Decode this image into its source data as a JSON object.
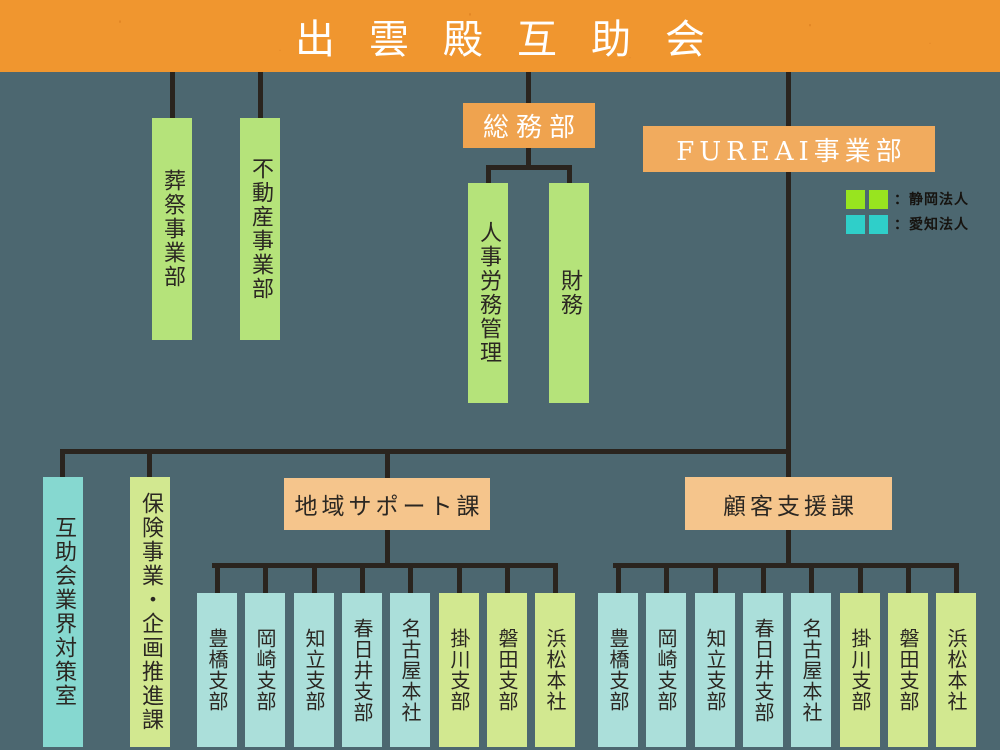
{
  "title": "出雲殿互助会",
  "colors": {
    "background": "#4C6770",
    "banner": "#F0962F",
    "dept_orange": "#EFA34F",
    "fureai_orange": "#F1AB5E",
    "section_tan": "#F5C58C",
    "shizuoka_green": "#B5E37A",
    "shizuoka_pale": "#D2E890",
    "aichi_bright": "#86D8D0",
    "aichi_pale": "#ABDFDA",
    "legend_green": "#98E41F",
    "legend_cyan": "#2FCFC9",
    "line": "#2A241E",
    "ink": "#2B2722"
  },
  "legend": {
    "shizuoka_label": "：静岡法人",
    "aichi_label": "：愛知法人"
  },
  "departments": {
    "funeral": "葬祭事業部",
    "real_estate": "不動産事業部",
    "general_affairs": "総務部",
    "hr_labor": "人事労務管理",
    "finance": "財務",
    "fureai_division": "FUREAI事業部",
    "gojokai_industry_office": "互助会業界対策室",
    "insurance_planning": "保険事業・企画推進課",
    "district_support_section": "地域サポート課",
    "customer_support_section": "顧客支援課"
  },
  "branches": {
    "district_support": [
      {
        "label": "豊橋支部",
        "region": "aichi"
      },
      {
        "label": "岡崎支部",
        "region": "aichi"
      },
      {
        "label": "知立支部",
        "region": "aichi"
      },
      {
        "label": "春日井支部",
        "region": "aichi"
      },
      {
        "label": "名古屋本社",
        "region": "aichi"
      },
      {
        "label": "掛川支部",
        "region": "shizuoka"
      },
      {
        "label": "磐田支部",
        "region": "shizuoka"
      },
      {
        "label": "浜松本社",
        "region": "shizuoka"
      }
    ],
    "customer_support": [
      {
        "label": "豊橋支部",
        "region": "aichi"
      },
      {
        "label": "岡崎支部",
        "region": "aichi"
      },
      {
        "label": "知立支部",
        "region": "aichi"
      },
      {
        "label": "春日井支部",
        "region": "aichi"
      },
      {
        "label": "名古屋本社",
        "region": "aichi"
      },
      {
        "label": "掛川支部",
        "region": "shizuoka"
      },
      {
        "label": "磐田支部",
        "region": "shizuoka"
      },
      {
        "label": "浜松本社",
        "region": "shizuoka"
      }
    ]
  }
}
